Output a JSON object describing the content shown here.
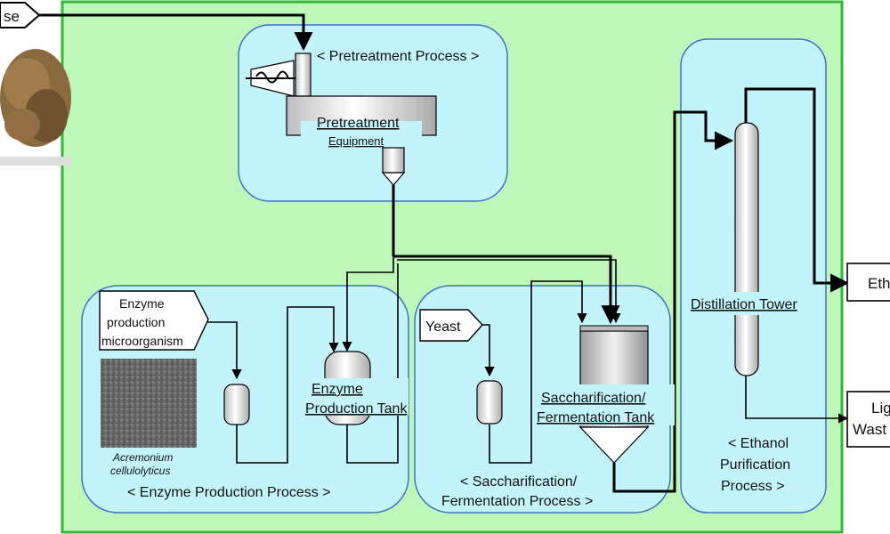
{
  "inputs": {
    "bagasse_label": "se",
    "enzyme_microorganism": [
      "Enzyme",
      "production",
      "microorganism"
    ],
    "yeast": "Yeast",
    "microorganism_name": [
      "Acremonium",
      "cellulolyticus"
    ]
  },
  "processes": {
    "pretreatment": "< Pretreatment Process >",
    "enzyme_production": "< Enzyme  Production Process >",
    "saccharification": [
      "< Saccharification/",
      "Fermentation Process >"
    ],
    "ethanol_purification": [
      "< Ethanol",
      "Purification",
      "Process >"
    ]
  },
  "equipment": {
    "pretreatment": [
      "Pretreatment",
      "Equipment"
    ],
    "enzyme_tank": [
      "Enzyme",
      "Production Tank"
    ],
    "saccharification_tank": [
      "Saccharification/",
      "Fermentation Tank"
    ],
    "distillation_tower": "Distillation Tower"
  },
  "outputs": {
    "ethanol": "Eth",
    "lignin_waste": [
      "Lig",
      "Wast"
    ]
  },
  "colors": {
    "outer_bg": "#bff7bb",
    "outer_border": "#35b935",
    "process_fill": "#c4f4fb",
    "process_border": "#3a73c8"
  }
}
